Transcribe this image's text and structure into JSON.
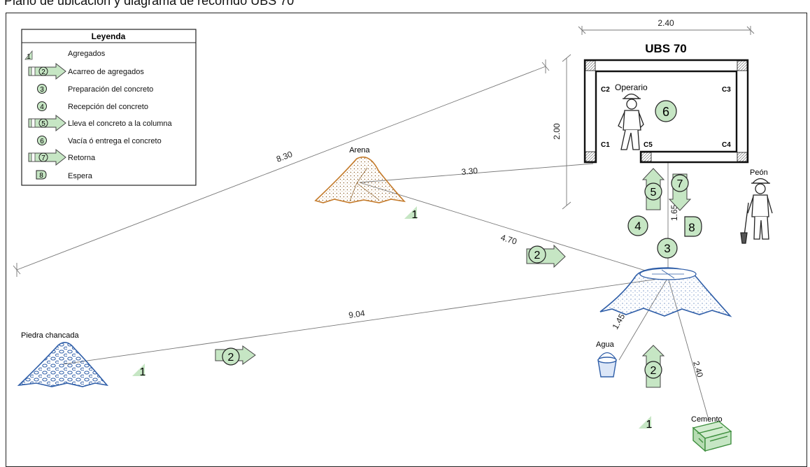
{
  "title": "Plano de ubicación y diagrama de recorrido UBS 70",
  "legend": {
    "title": "Leyenda",
    "items": [
      {
        "symbol": "1",
        "label": "Agregados"
      },
      {
        "symbol": "2",
        "label": "Acarreo de agregados"
      },
      {
        "symbol": "3",
        "label": "Preparación del concreto"
      },
      {
        "symbol": "4",
        "label": "Recepción del concreto"
      },
      {
        "symbol": "5",
        "label": "Lleva el concreto a la columna"
      },
      {
        "symbol": "6",
        "label": "Vacía ó entrega el concreto"
      },
      {
        "symbol": "7",
        "label": "Retorna"
      },
      {
        "symbol": "8",
        "label": "Espera"
      }
    ]
  },
  "building": {
    "name": "UBS 70",
    "width": "2.40",
    "height": "2.00",
    "columns": [
      "C1",
      "C2",
      "C3",
      "C4",
      "C5"
    ],
    "worker_label": "Operario"
  },
  "locations": {
    "arena": "Arena",
    "piedra": "Piedra chancada",
    "agua": "Agua",
    "cemento": "Cemento",
    "peon": "Peón"
  },
  "distances": {
    "long": "8.30",
    "arena_building": "3.30",
    "arena_mixer": "4.70",
    "piedra_mixer": "9.04",
    "mixer_building": "1.65",
    "agua_mixer": "1.45",
    "cemento_mixer": "2.40"
  },
  "markers": {
    "one": "1",
    "two": "2",
    "three": "3",
    "four": "4",
    "five": "5",
    "six": "6",
    "seven": "7",
    "eight": "8"
  },
  "colors": {
    "marker_fill": "#c6e6c4",
    "arena": "#c47a2a",
    "mixer": "#2f5ea8",
    "stone": "#2f5ea8",
    "cement": "#3e8f3e"
  }
}
